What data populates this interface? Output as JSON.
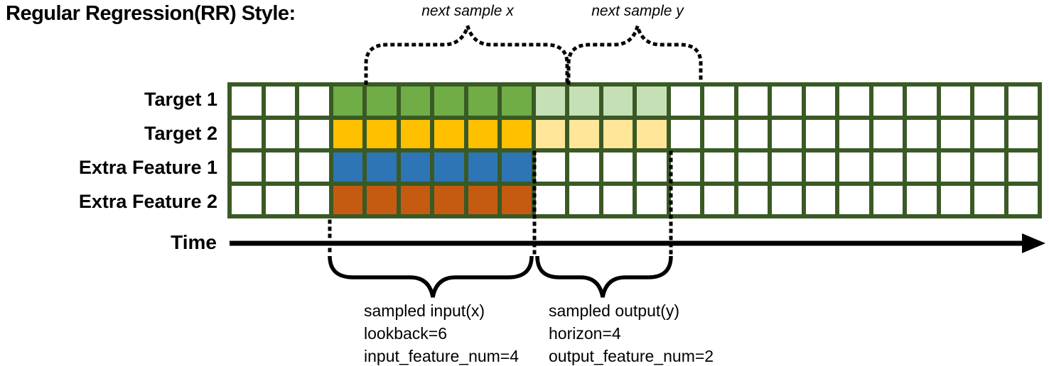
{
  "title": "Regular Regression(RR) Style:",
  "top_annotations": {
    "next_sample_x": "next sample x",
    "next_sample_y": "next sample y"
  },
  "grid": {
    "columns": 24,
    "pre_cols": 3,
    "input_cols": 6,
    "output_cols": 4,
    "post_cols": 11,
    "line_color": "#3A5A25",
    "empty_cell_color": "#FFFFFF",
    "rows": [
      {
        "label": "Target 1",
        "input_color": "#70AD47",
        "output_color": "#C5E0B4"
      },
      {
        "label": "Target 2",
        "input_color": "#FFC000",
        "output_color": "#FFE699"
      },
      {
        "label": "Extra Feature 1",
        "input_color": "#2E75B6",
        "output_color": "#FFFFFF"
      },
      {
        "label": "Extra Feature 2",
        "input_color": "#C55A11",
        "output_color": "#FFFFFF"
      }
    ]
  },
  "time_axis": {
    "label": "Time"
  },
  "bottom_annotations": {
    "input": {
      "lines": [
        "sampled input(x)",
        "lookback=6",
        "input_feature_num=4"
      ]
    },
    "output": {
      "lines": [
        "sampled output(y)",
        "horizon=4",
        "output_feature_num=2"
      ]
    }
  }
}
